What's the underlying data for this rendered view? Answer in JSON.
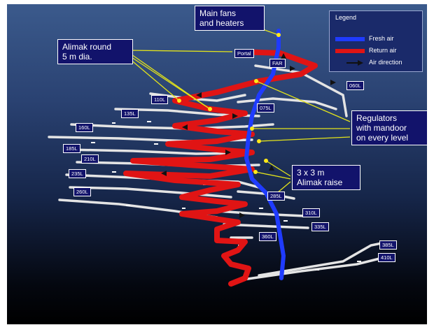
{
  "colors": {
    "fresh_air": "#1f3bff",
    "return_air": "#e01414",
    "direction_arrow": "#111111",
    "drift": "#e4e4e4",
    "callout_line": "#e4e41a",
    "callout_bg": "#12136b"
  },
  "callouts": {
    "main_fans": "Main fans\nand heaters",
    "alimak_round": "Alimak round\n5 m dia.",
    "regulators": "Regulators\nwith mandoor\non every level",
    "alimak_raise": "3 x 3 m\nAlimak raise"
  },
  "legend": {
    "title": "Legend",
    "fresh_air": "Fresh air",
    "return_air": "Return air",
    "air_direction": "Air direction"
  },
  "levels": {
    "portal": "Portal",
    "far": "FAR",
    "l060": "060L",
    "l075": "075L",
    "l110": "110L",
    "l135": "135L",
    "l160": "160L",
    "l185": "185L",
    "l210": "210L",
    "l235": "235L",
    "l260": "260L",
    "l285": "285L",
    "l310": "310L",
    "l335": "335L",
    "l360": "360L",
    "l385": "385L",
    "l410": "410L"
  }
}
